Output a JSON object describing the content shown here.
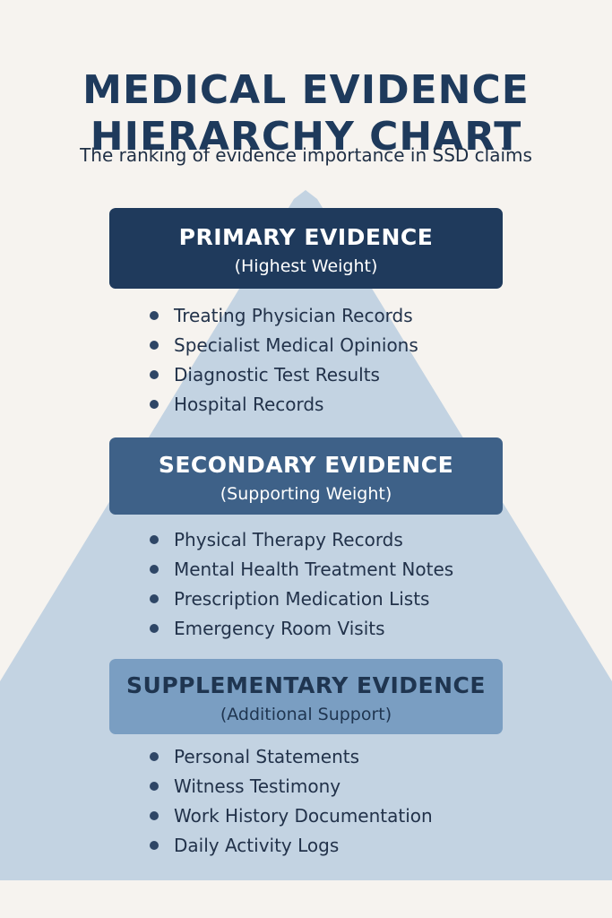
{
  "header": {
    "title_line1": "MEDICAL EVIDENCE",
    "title_line2": "HIERARCHY CHART",
    "subtitle": "The ranking of evidence importance in SSD claims"
  },
  "tiers": [
    {
      "name": "PRIMARY EVIDENCE",
      "weight": "(Highest Weight)",
      "items": [
        "Treating Physician Records",
        "Specialist Medical Opinions",
        "Diagnostic Test Results",
        "Hospital Records"
      ]
    },
    {
      "name": "SECONDARY EVIDENCE",
      "weight": "(Supporting Weight)",
      "items": [
        "Physical Therapy Records",
        "Mental Health Treatment Notes",
        "Prescription Medication Lists",
        "Emergency Room Visits"
      ]
    },
    {
      "name": "SUPPLEMENTARY EVIDENCE",
      "weight": "(Additional Support)",
      "items": [
        "Personal Statements",
        "Witness Testimony",
        "Work History Documentation",
        "Daily Activity Logs"
      ]
    }
  ],
  "colors": {
    "background": "#f6f3ef",
    "pyramid": "#c3d3e2",
    "title": "#1e3a5c",
    "primary_box": "#1f3a5c",
    "secondary_box": "#3e6188",
    "supplementary_box": "#7a9ec2",
    "bullet": "#2e4666"
  }
}
